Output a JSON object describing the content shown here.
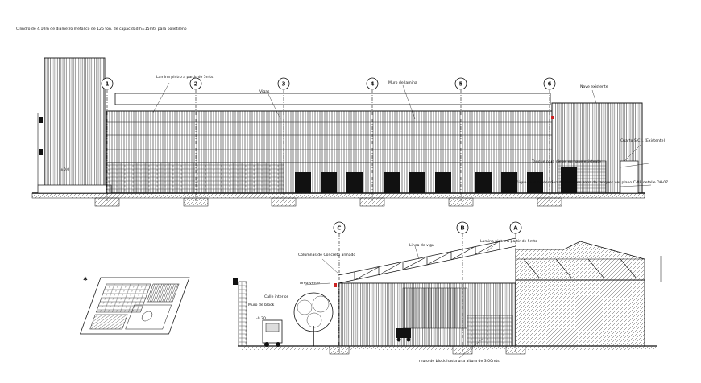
{
  "elevation": {
    "grid_labels": [
      "1",
      "2",
      "3",
      "4",
      "5",
      "6"
    ],
    "notes": {
      "cylinder": "Cilindro de 4.10m de diametro metalico de 125 ton. de capacidad h=15mts para polietileno",
      "roof_sheet": "Lamina pintro a partir de 5mts",
      "beams": "Vigas",
      "sheet_wall": "Muro de lamina",
      "existing_ship": "Nave existente",
      "fire_room": "Cuarto S.C.I. (Existente)",
      "diesel_tank": "Tanque para diesel en nave existente",
      "diesel_dike": "Dique para contencion de diesel en zona de tanques ver plano C-08 detalle DA-07",
      "level_mark": "±0.0"
    }
  },
  "section": {
    "grid_labels": [
      "C",
      "B",
      "A"
    ],
    "notes": {
      "concrete_columns": "Columnas de Concreto armado",
      "green_area": "Area verde",
      "inner_street": "Calle interior",
      "block_wall": "Muro de block",
      "ridge_line": "Linea de viga",
      "roof_sheet": "Lamina pintro a partir de 5mts",
      "block_wall_height": "muro de block hasta una altura de 3.00mts",
      "level_mark": "-0.20"
    }
  },
  "colors": {
    "line": "#111111",
    "accent": "#cc2222",
    "fill_gray": "#bdbdbd"
  }
}
